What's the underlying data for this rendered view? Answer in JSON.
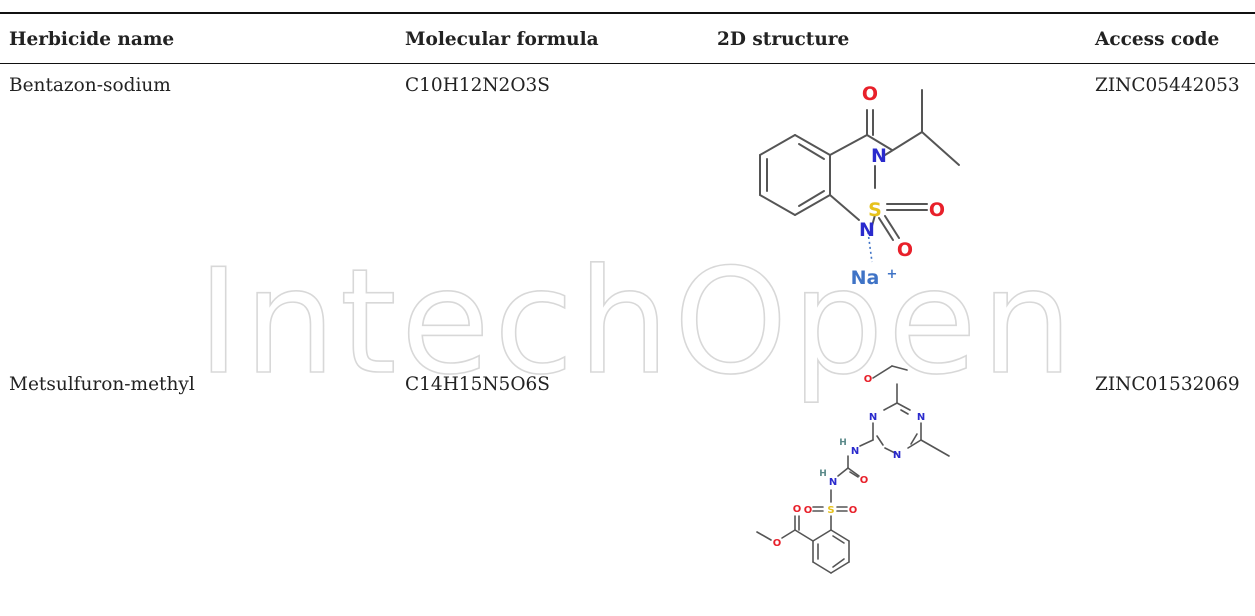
{
  "table": {
    "headers": [
      "Herbicide name",
      "Molecular formula",
      "2D structure",
      "Access code"
    ],
    "rows": [
      {
        "name": "Bentazon-sodium",
        "formula": "C10H12N2O3S",
        "code": "ZINC05442053",
        "atoms": {
          "o_top": "O",
          "n3": "N",
          "s": "S",
          "o_right": "O",
          "o_low": "O",
          "n1": "N",
          "na": "Na",
          "plus": "+"
        }
      },
      {
        "name": "Metsulfuron-methyl",
        "formula": "C14H15N5O6S",
        "code": "ZINC01532069",
        "atoms": {
          "o_methoxy": "O",
          "n_tr1": "N",
          "n_tr2": "N",
          "n_tr3": "N",
          "h1": "H",
          "n_h1": "N",
          "o_urea": "O",
          "h2": "H",
          "n_h2": "N",
          "o_s1": "O",
          "s": "S",
          "o_s2": "O",
          "o_ester_up": "O",
          "o_ester": "O"
        }
      }
    ]
  },
  "colors": {
    "oxygen": "#e8202a",
    "nitrogen": "#2a2acd",
    "sulfur": "#e6c21d",
    "sodium": "#3f73c6",
    "hydrogen": "#5b8a8a",
    "bond": "#555555"
  },
  "watermark": {
    "text": "IntechOpen"
  }
}
